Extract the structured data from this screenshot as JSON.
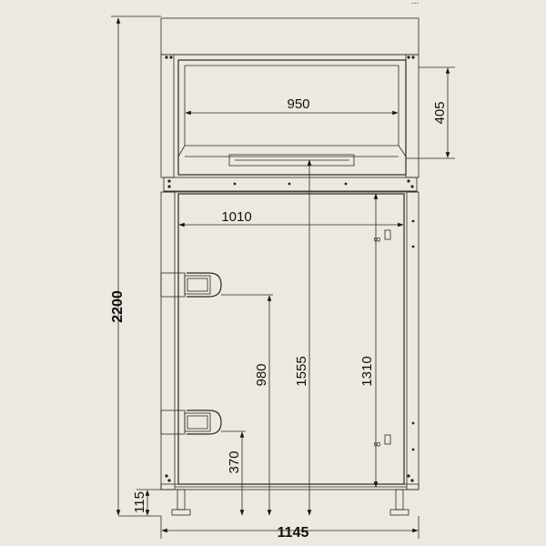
{
  "drawing": {
    "corner_label": "...",
    "dimensions": {
      "overall_height": "2200",
      "overall_width": "1145",
      "top_inner_width": "950",
      "top_height": "405",
      "door_width": "1010",
      "floor_to_top_shelf": "1555",
      "door_height": "1310",
      "upper_hinge_height": "980",
      "lower_hinge_height": "370",
      "leg_height": "115"
    }
  }
}
